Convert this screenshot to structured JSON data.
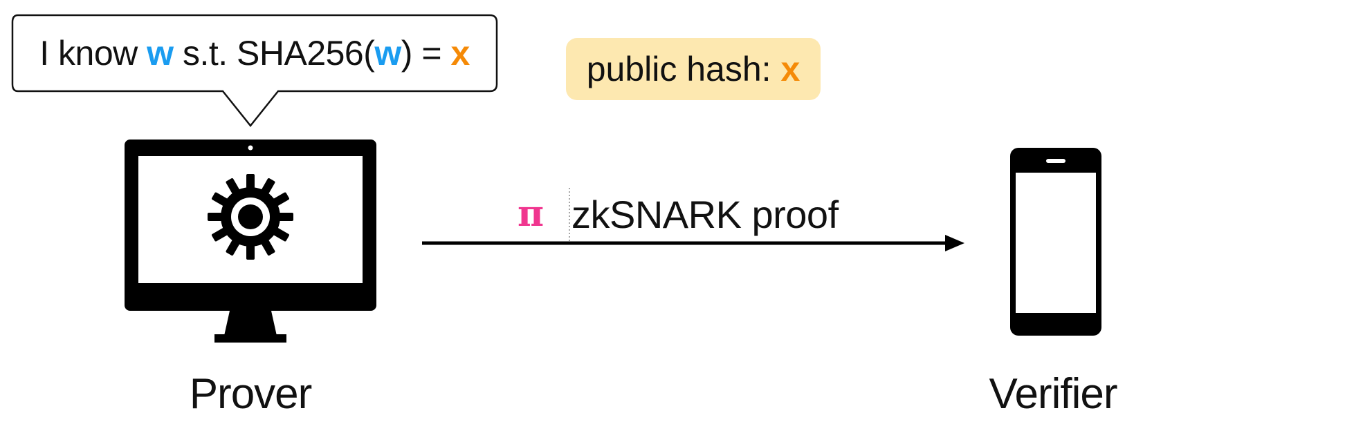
{
  "bubble": {
    "prefix": "I know ",
    "w1": "w",
    "middle": " s.t. SHA256(",
    "w2": "w",
    "suffix": ") = ",
    "x": "x"
  },
  "public_hash": {
    "label": "public hash: ",
    "x": "x"
  },
  "proof": {
    "symbol": "π",
    "label": "zkSNARK proof"
  },
  "nodes": {
    "prover": "Prover",
    "verifier": "Verifier"
  },
  "icons": {
    "prover_device": "desktop-computer-icon",
    "prover_screen": "gear-icon",
    "verifier_device": "smartphone-icon"
  },
  "colors": {
    "witness": "#1a9cf0",
    "hash": "#f58a07",
    "proof": "#f0368f",
    "hash_badge_bg": "#fde8b0"
  }
}
